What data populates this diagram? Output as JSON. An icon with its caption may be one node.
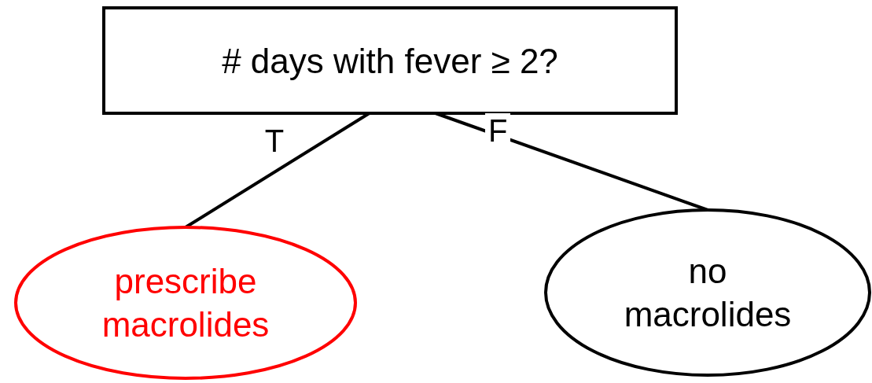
{
  "diagram": {
    "nodes": [
      {
        "text": [
          "# days with fever ≥ 2?"
        ]
      },
      {
        "text": [
          "prescribe macrolides"
        ]
      },
      {
        "text": [
          "no macrolides"
        ]
      }
    ],
    "edges": [
      {
        "from": 0,
        "to": 1,
        "arrow": "none",
        "label": "T"
      },
      {
        "from": 0,
        "to": 2,
        "arrow": "none",
        "label": "F"
      }
    ]
  }
}
